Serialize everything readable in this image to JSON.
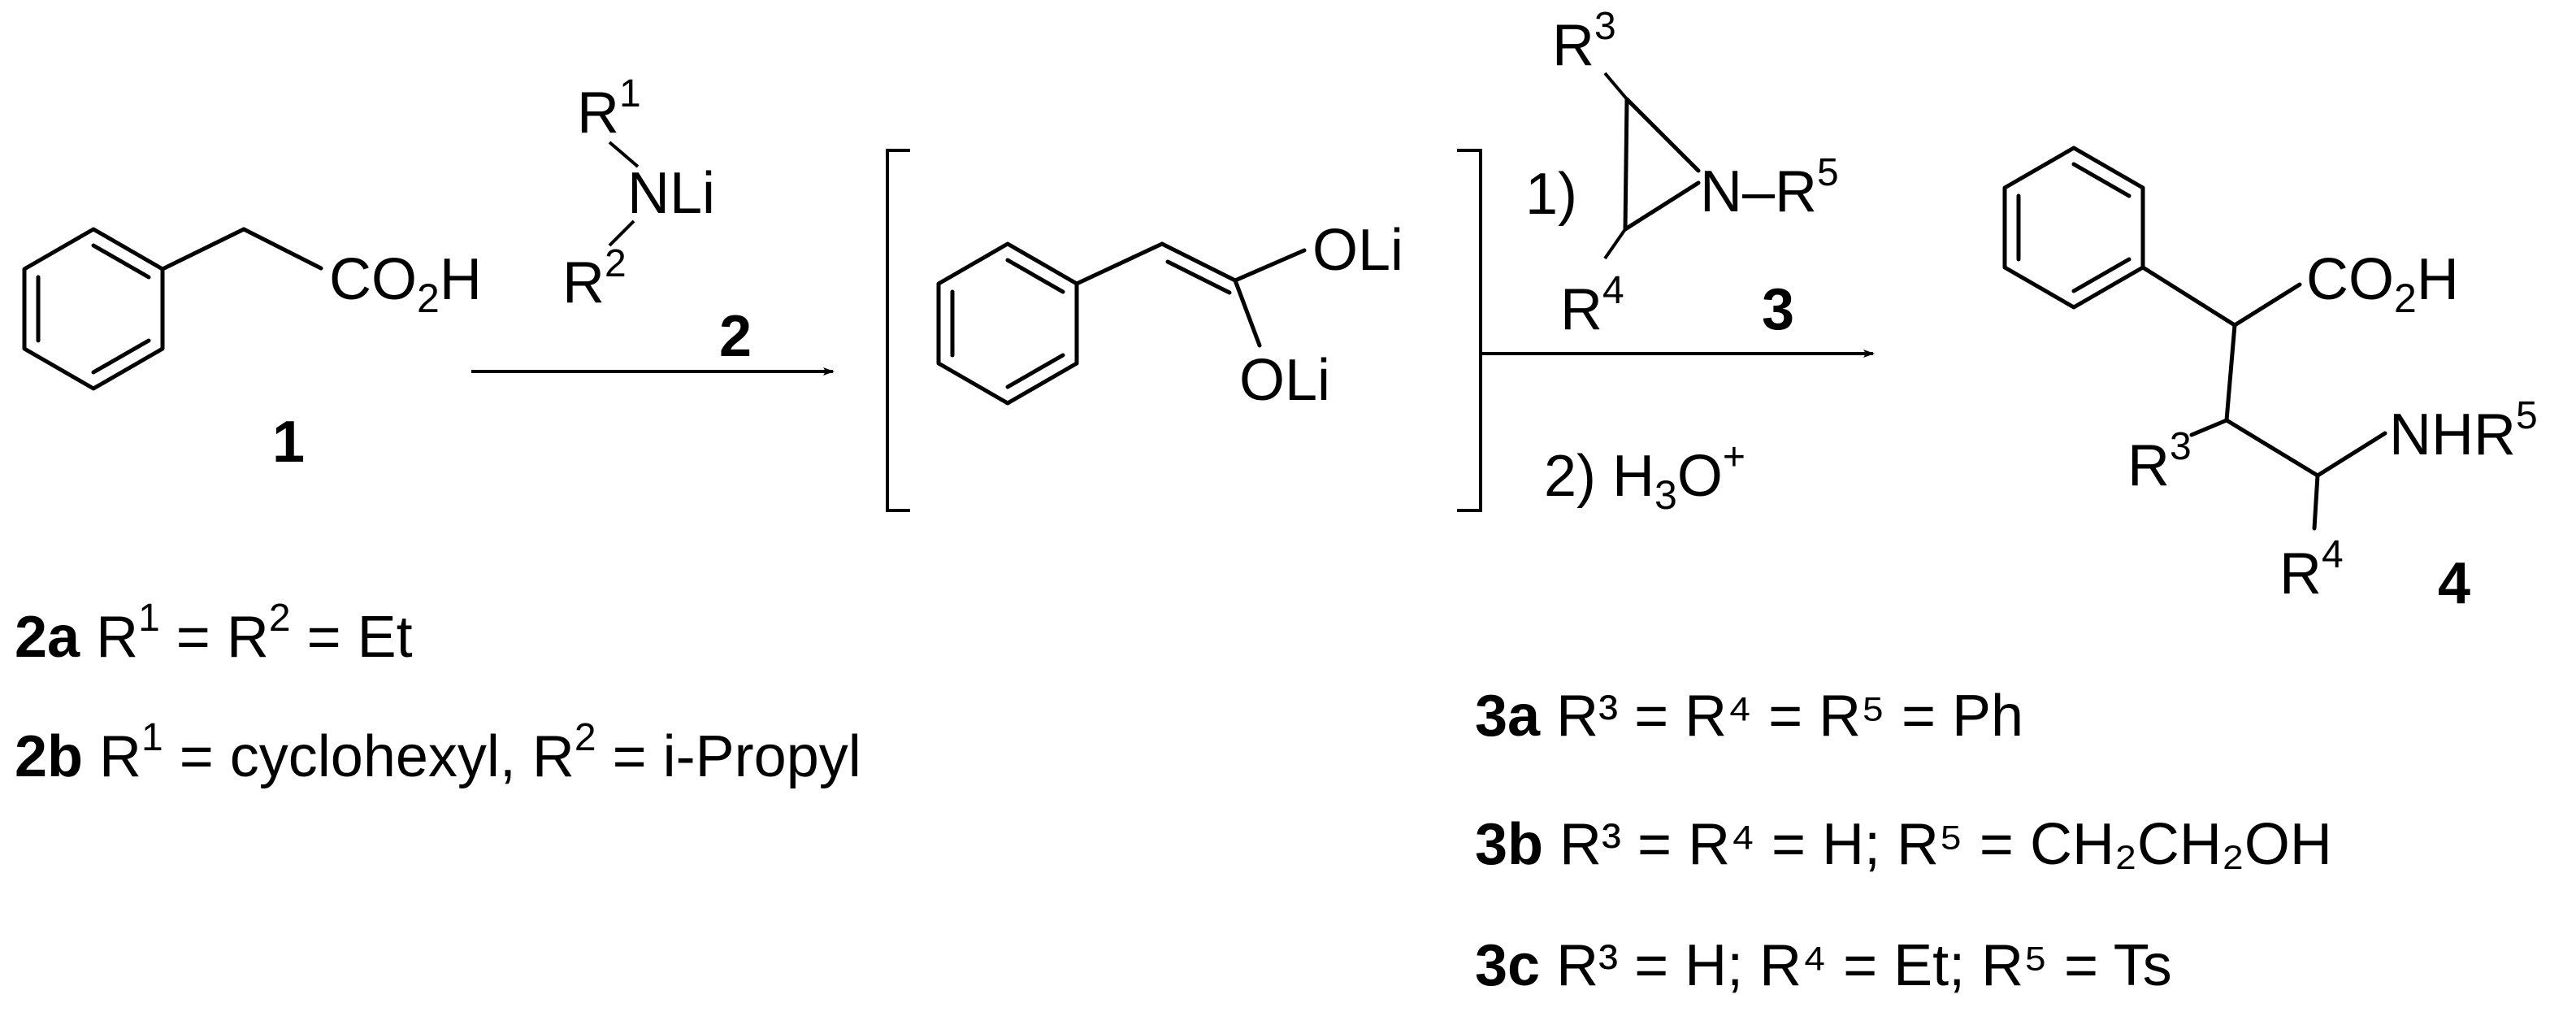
{
  "compound1": {
    "group": "CO",
    "sub": "2",
    "tail": "H",
    "number": "1"
  },
  "reagent2": {
    "r1": "R",
    "r1_sup": "1",
    "nli": "NLi",
    "r2": "R",
    "r2_sup": "2",
    "number": "2"
  },
  "intermediate": {
    "oli_top": "OLi",
    "oli_bottom": "OLi"
  },
  "reagent3": {
    "step1": "1)",
    "r3": "R",
    "r3_sup": "3",
    "n": "N",
    "dash": "–",
    "r5": "R",
    "r5_sup": "5",
    "r4": "R",
    "r4_sup": "4",
    "number": "3",
    "step2": "2) H",
    "step2_sub": "3",
    "step2_o": "O",
    "step2_sup": "+"
  },
  "product4": {
    "group": "CO",
    "sub": "2",
    "tail": "H",
    "nhr": "NHR",
    "nhr_sup": "5",
    "r3": "R",
    "r3_sup": "3",
    "r4": "R",
    "r4_sup": "4",
    "number": "4"
  },
  "legend2": [
    {
      "id": "2a",
      "pre": " R",
      "s1": "1",
      "mid": " = R",
      "s2": "2",
      "post": " = Et"
    },
    {
      "id": "2b",
      "pre": " R",
      "s1": "1",
      "mid": " = cyclohexyl, R",
      "s2": "2",
      "post": " = i-Propyl"
    }
  ],
  "legend3": [
    {
      "id": "3a",
      "text": " R³ = R⁴ = R⁵ = Ph"
    },
    {
      "id": "3b",
      "text": " R³ = R⁴ = H; R⁵ = CH₂CH₂OH"
    },
    {
      "id": "3c",
      "text": " R³ = H;  R⁴ = Et; R⁵ = Ts"
    }
  ]
}
